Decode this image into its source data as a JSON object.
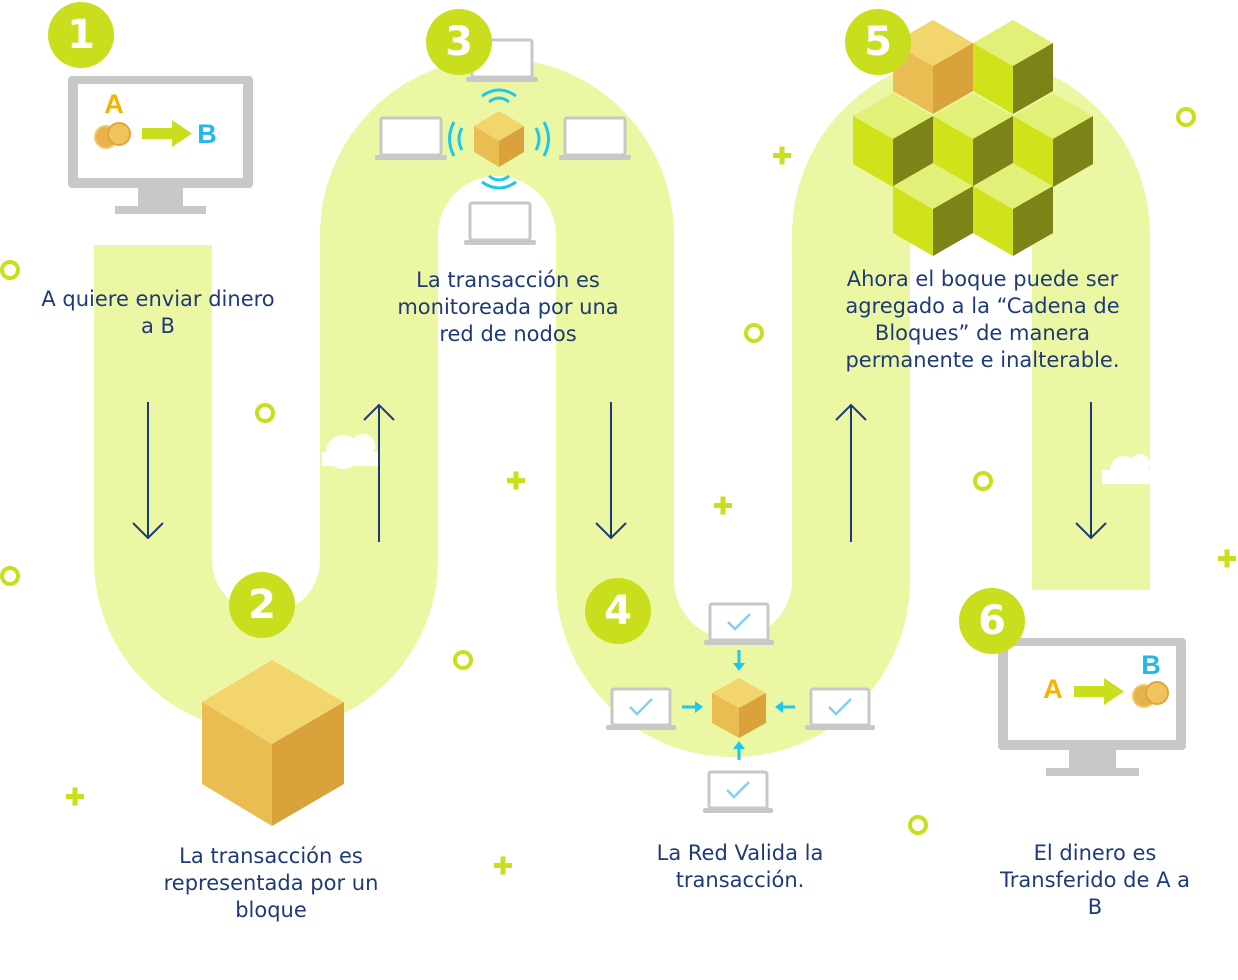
{
  "colors": {
    "path": "#ebf7a3",
    "accent_green": "#c9de1c",
    "text_navy": "#1f3a78",
    "cube_front": "#e9bd52",
    "cube_side": "#d9a23a",
    "cube_top": "#f3d56e",
    "cyan": "#1ec8e8",
    "label_a": "#f6b200",
    "label_b": "#22b8e8",
    "monitor_gray": "#c8c8c8",
    "dark_green": "#7c8418"
  },
  "steps": [
    {
      "number": "1",
      "text": "A quiere enviar dinero\na B"
    },
    {
      "number": "2",
      "text": "La transacción es\nrepresentada por un\nbloque"
    },
    {
      "number": "3",
      "text": "La transacción es\nmonitoreada por una\nred de nodos"
    },
    {
      "number": "4",
      "text": "La Red Valida la\ntransacción."
    },
    {
      "number": "5",
      "text": "Ahora el boque puede ser\nagregado a la “Cadena de\nBloques” de manera\npermanente e inalterable."
    },
    {
      "number": "6",
      "text": "El dinero es\nTransferido de A a\nB"
    }
  ],
  "screen1": {
    "from": "A",
    "to": "B"
  },
  "screen6": {
    "from": "A",
    "to": "B"
  }
}
